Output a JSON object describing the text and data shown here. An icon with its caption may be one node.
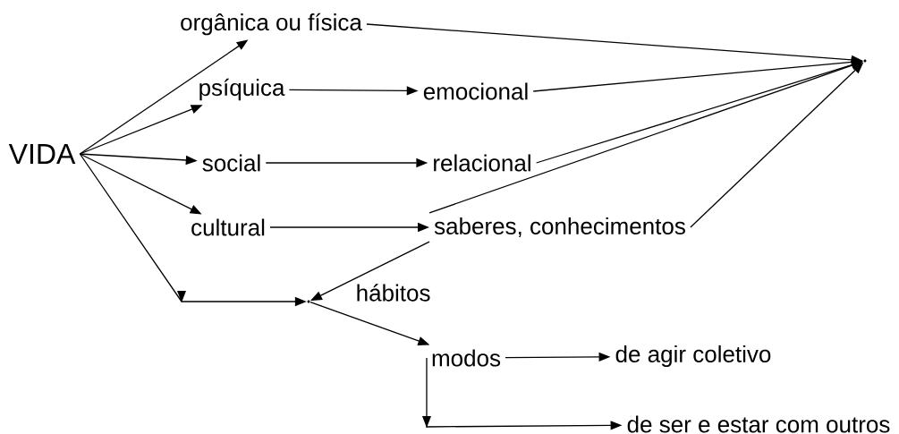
{
  "diagram": {
    "nodes": [
      {
        "text": [
          "VIDA"
        ]
      },
      {
        "text": [
          "orgânica ou física"
        ]
      },
      {
        "text": [
          "psíquica"
        ]
      },
      {
        "text": [
          "emocional"
        ]
      },
      {
        "text": [
          "social"
        ]
      },
      {
        "text": [
          "relacional"
        ]
      },
      {
        "text": [
          "cultural"
        ]
      },
      {
        "text": [
          "saberes, conhecimentos"
        ]
      },
      {
        "text": [],
        "shape": "junction",
        "beside": [
          "hábitos"
        ]
      },
      {
        "text": [
          "modos"
        ]
      },
      {
        "text": [
          "de agir coletivo"
        ]
      },
      {
        "text": [
          "de ser e estar com outros"
        ]
      },
      {
        "text": [],
        "shape": "junction"
      }
    ],
    "edges": [
      {
        "from": 0,
        "to": 1,
        "arrow": "to"
      },
      {
        "from": 0,
        "to": 2,
        "arrow": "to"
      },
      {
        "from": 0,
        "to": 4,
        "arrow": "to"
      },
      {
        "from": 0,
        "to": 6,
        "arrow": "to"
      },
      {
        "from": 0,
        "to": 8,
        "arrow": "to"
      },
      {
        "from": 2,
        "to": 3,
        "arrow": "to"
      },
      {
        "from": 4,
        "to": 5,
        "arrow": "to"
      },
      {
        "from": 6,
        "to": 7,
        "arrow": "to"
      },
      {
        "from": 7,
        "to": 8,
        "arrow": "to"
      },
      {
        "from": 8,
        "to": 9,
        "arrow": "to"
      },
      {
        "from": 9,
        "to": 10,
        "arrow": "to"
      },
      {
        "from": 9,
        "to": 11,
        "arrow": "to"
      },
      {
        "from": 1,
        "to": 12,
        "arrow": "to"
      },
      {
        "from": 3,
        "to": 12,
        "arrow": "to"
      },
      {
        "from": 5,
        "to": 12,
        "arrow": "to"
      },
      {
        "from": 7,
        "to": 12,
        "arrow": "to"
      },
      {
        "from": 7,
        "to": 12,
        "arrow": "to"
      }
    ]
  }
}
